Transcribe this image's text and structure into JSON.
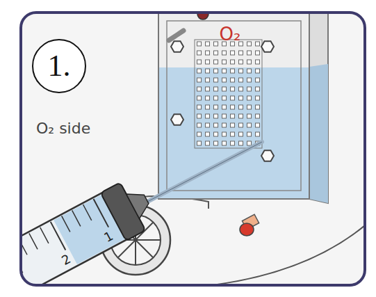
{
  "diagram": {
    "nodes": [
      {
        "text": [
          "1."
        ]
      }
    ],
    "edges": [],
    "labels": [
      "O₂ side",
      "O₂",
      "1",
      "2"
    ]
  }
}
